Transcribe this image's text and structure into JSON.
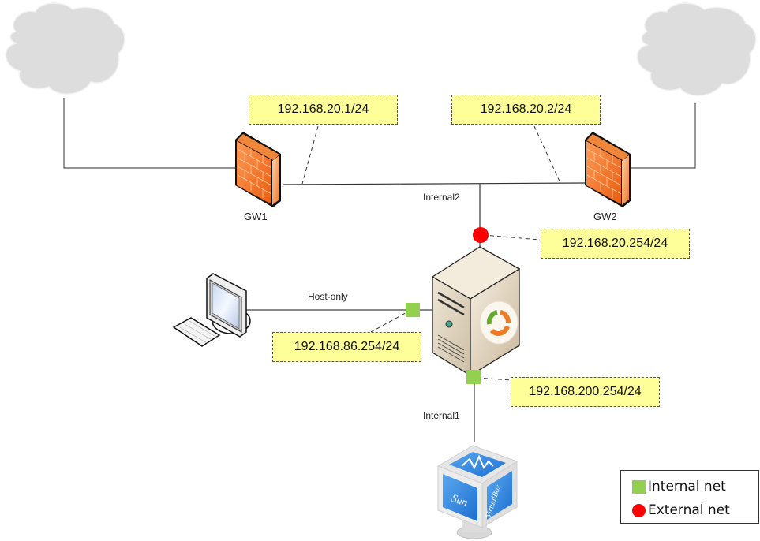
{
  "diagram": {
    "devices": {
      "gw1": {
        "label": "GW1",
        "type": "firewall"
      },
      "gw2": {
        "label": "GW2",
        "type": "firewall"
      },
      "router": {
        "type": "server"
      },
      "host": {
        "type": "workstation"
      },
      "vm": {
        "type": "virtualbox"
      },
      "cloud_left": {
        "type": "cloud"
      },
      "cloud_right": {
        "type": "cloud"
      }
    },
    "networks": {
      "internal2": "Internal2",
      "host_only": "Host-only",
      "internal1": "Internal1"
    },
    "addresses": {
      "gw1": "192.168.20.1/24",
      "gw2": "192.168.20.2/24",
      "router_internal2": "192.168.20.254/24",
      "router_host_only": "192.168.86.254/24",
      "router_internal1": "192.168.200.254/24"
    },
    "vm_labels": {
      "side_left": "Sun",
      "side_right": "VirtualBox"
    },
    "legend": {
      "items": [
        {
          "label": "Internal net",
          "shape": "square",
          "color": "#92d050"
        },
        {
          "label": "External net",
          "shape": "circle",
          "color": "#ff0000"
        }
      ]
    },
    "colors": {
      "internal_port": "#92d050",
      "external_port": "#ff0000",
      "label_fill": "#ffff99",
      "firewall": "#f47a2a",
      "cloud": "#dddddd"
    }
  }
}
